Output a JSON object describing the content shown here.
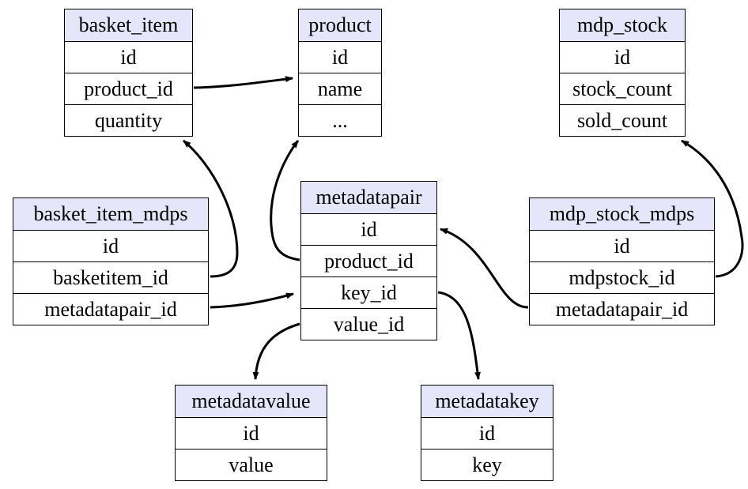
{
  "tables": {
    "basket_item": {
      "title": "basket_item",
      "rows": [
        "id",
        "product_id",
        "quantity"
      ]
    },
    "product": {
      "title": "product",
      "rows": [
        "id",
        "name",
        "..."
      ]
    },
    "mdp_stock": {
      "title": "mdp_stock",
      "rows": [
        "id",
        "stock_count",
        "sold_count"
      ]
    },
    "basket_item_mdps": {
      "title": "basket_item_mdps",
      "rows": [
        "id",
        "basketitem_id",
        "metadatapair_id"
      ]
    },
    "metadatapair": {
      "title": "metadatapair",
      "rows": [
        "id",
        "product_id",
        "key_id",
        "value_id"
      ]
    },
    "mdp_stock_mdps": {
      "title": "mdp_stock_mdps",
      "rows": [
        "id",
        "mdpstock_id",
        "metadatapair_id"
      ]
    },
    "metadatavalue": {
      "title": "metadatavalue",
      "rows": [
        "id",
        "value"
      ]
    },
    "metadatakey": {
      "title": "metadatakey",
      "rows": [
        "id",
        "key"
      ]
    }
  },
  "relations": [
    {
      "from": "basket_item.product_id",
      "to": "product"
    },
    {
      "from": "basket_item_mdps.basketitem_id",
      "to": "basket_item"
    },
    {
      "from": "basket_item_mdps.metadatapair_id",
      "to": "metadatapair"
    },
    {
      "from": "metadatapair.product_id",
      "to": "product"
    },
    {
      "from": "metadatapair.value_id",
      "to": "metadatavalue"
    },
    {
      "from": "metadatapair.key_id",
      "to": "metadatakey"
    },
    {
      "from": "mdp_stock_mdps.metadatapair_id",
      "to": "metadatapair"
    },
    {
      "from": "mdp_stock_mdps.mdpstock_id",
      "to": "mdp_stock"
    }
  ]
}
